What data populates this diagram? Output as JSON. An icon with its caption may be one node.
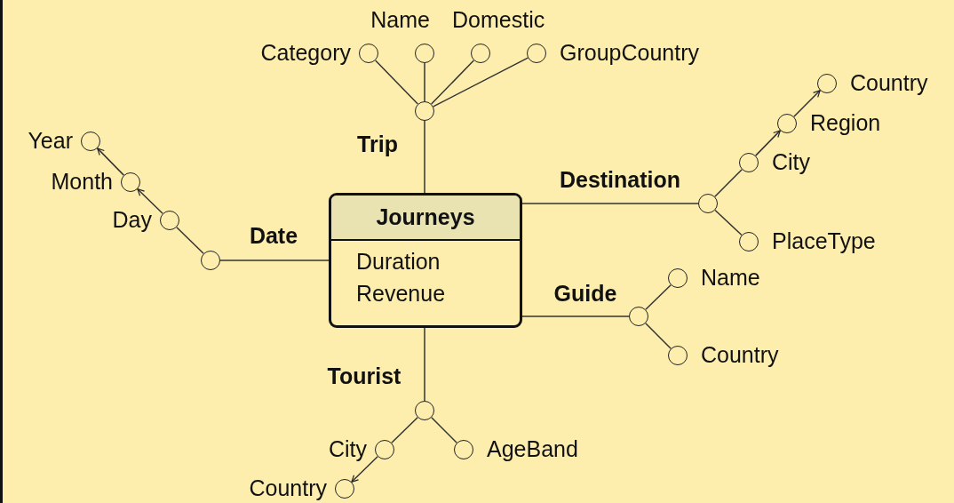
{
  "diagram": {
    "nodes": [
      {
        "text": [
          "Journeys",
          "Duration",
          "Revenue"
        ]
      },
      {
        "text": [],
        "shape": "circle"
      },
      {
        "text": [],
        "shape": "circle",
        "beside": [
          "Category"
        ]
      },
      {
        "text": [],
        "shape": "circle",
        "beside": [
          "Name"
        ]
      },
      {
        "text": [],
        "shape": "circle",
        "beside": [
          "Domestic"
        ]
      },
      {
        "text": [],
        "shape": "circle",
        "beside": [
          "GroupCountry"
        ]
      },
      {
        "text": [],
        "shape": "circle"
      },
      {
        "text": [],
        "shape": "circle",
        "beside": [
          "Day"
        ]
      },
      {
        "text": [],
        "shape": "circle",
        "beside": [
          "Month"
        ]
      },
      {
        "text": [],
        "shape": "circle",
        "beside": [
          "Year"
        ]
      },
      {
        "text": [],
        "shape": "circle"
      },
      {
        "text": [],
        "shape": "circle",
        "beside": [
          "City"
        ]
      },
      {
        "text": [],
        "shape": "circle",
        "beside": [
          "Region"
        ]
      },
      {
        "text": [],
        "shape": "circle",
        "beside": [
          "Country"
        ]
      },
      {
        "text": [],
        "shape": "circle",
        "beside": [
          "PlaceType"
        ]
      },
      {
        "text": [],
        "shape": "circle"
      },
      {
        "text": [],
        "shape": "circle",
        "beside": [
          "Name"
        ]
      },
      {
        "text": [],
        "shape": "circle",
        "beside": [
          "Country"
        ]
      },
      {
        "text": [],
        "shape": "circle"
      },
      {
        "text": [],
        "shape": "circle",
        "beside": [
          "City"
        ]
      },
      {
        "text": [],
        "shape": "circle",
        "beside": [
          "AgeBand"
        ]
      },
      {
        "text": [],
        "shape": "circle",
        "beside": [
          "Country"
        ]
      }
    ],
    "edges": [
      {
        "from": 0,
        "to": 1,
        "arrow": "none",
        "label": "Trip"
      },
      {
        "from": 1,
        "to": 2,
        "arrow": "none"
      },
      {
        "from": 1,
        "to": 3,
        "arrow": "none"
      },
      {
        "from": 1,
        "to": 4,
        "arrow": "none"
      },
      {
        "from": 1,
        "to": 5,
        "arrow": "none"
      },
      {
        "from": 0,
        "to": 6,
        "arrow": "none",
        "label": "Date"
      },
      {
        "from": 6,
        "to": 7,
        "arrow": "none"
      },
      {
        "from": 7,
        "to": 8,
        "arrow": "to"
      },
      {
        "from": 8,
        "to": 9,
        "arrow": "to"
      },
      {
        "from": 0,
        "to": 10,
        "arrow": "none",
        "label": "Destination"
      },
      {
        "from": 10,
        "to": 11,
        "arrow": "none"
      },
      {
        "from": 11,
        "to": 12,
        "arrow": "to"
      },
      {
        "from": 12,
        "to": 13,
        "arrow": "to"
      },
      {
        "from": 10,
        "to": 14,
        "arrow": "none"
      },
      {
        "from": 0,
        "to": 15,
        "arrow": "none",
        "label": "Guide"
      },
      {
        "from": 15,
        "to": 16,
        "arrow": "none"
      },
      {
        "from": 15,
        "to": 17,
        "arrow": "none"
      },
      {
        "from": 0,
        "to": 18,
        "arrow": "none",
        "label": "Tourist"
      },
      {
        "from": 18,
        "to": 19,
        "arrow": "none"
      },
      {
        "from": 18,
        "to": 20,
        "arrow": "none"
      },
      {
        "from": 19,
        "to": 21,
        "arrow": "to"
      }
    ]
  }
}
